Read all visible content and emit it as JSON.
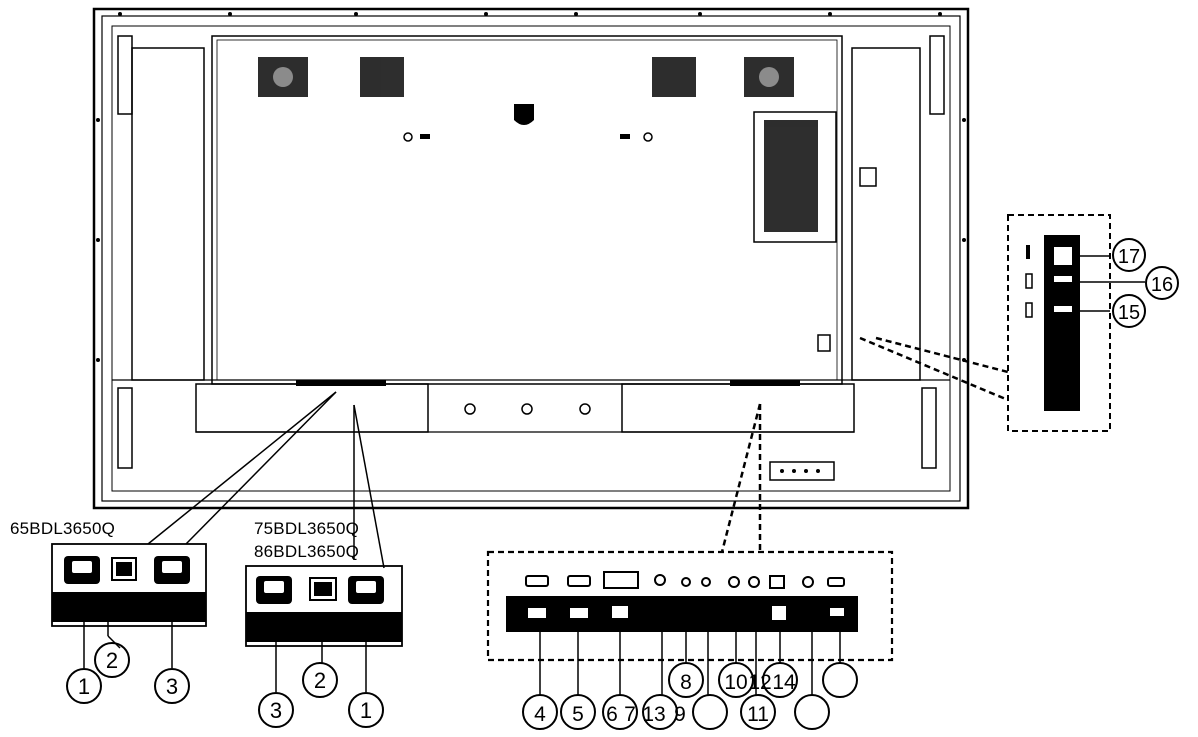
{
  "models": {
    "small": "65BDL3650Q",
    "large_1": "75BDL3650Q",
    "large_2": "86BDL3650Q"
  },
  "callouts": {
    "left_panel": [
      "1",
      "2",
      "3"
    ],
    "mid_panel": [
      "3",
      "2",
      "1"
    ],
    "io_panel": [
      "4",
      "5",
      "6",
      "7",
      "13",
      "9",
      "8",
      "",
      "10",
      "12",
      "14",
      "11",
      "",
      ""
    ],
    "side_panel": [
      "17",
      "16",
      "15"
    ]
  },
  "colors": {
    "panel_fill": "#000000",
    "line": "#000000",
    "background": "#ffffff"
  }
}
